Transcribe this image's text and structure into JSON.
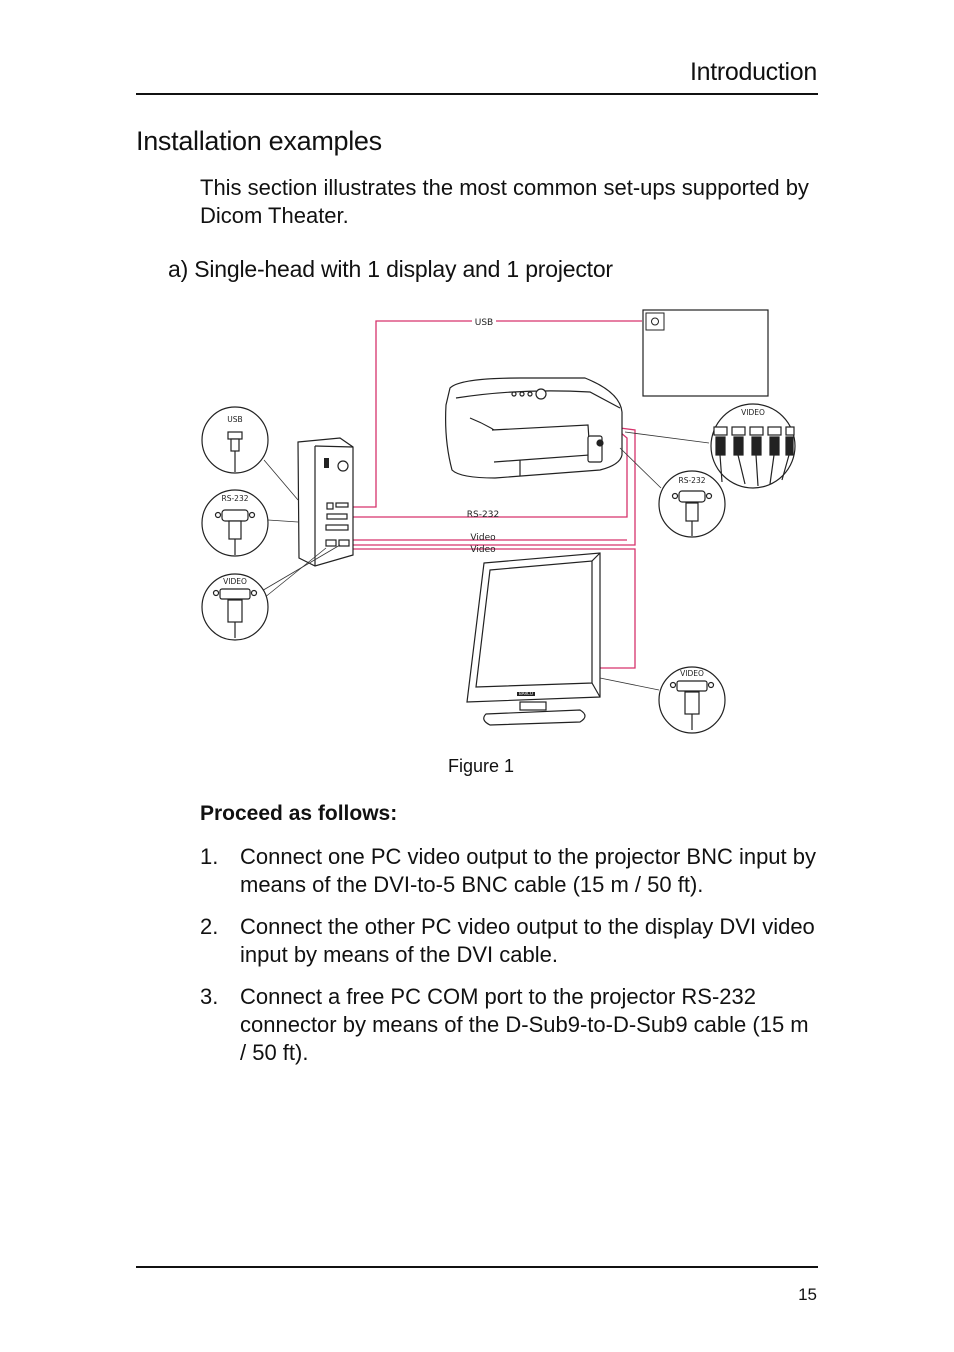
{
  "header": {
    "title": "Introduction"
  },
  "section": {
    "title": "Installation examples",
    "intro": "This section illustrates the most common set-ups supported by Dicom Theater.",
    "subtitle": "a) Single-head with 1 display and 1 projector"
  },
  "figure": {
    "caption": "Figure 1",
    "labels": {
      "usb_line": "USB",
      "rs232_line": "RS-232",
      "video_line1": "Video",
      "video_line2": "Video",
      "usb_callout": "USB",
      "rs232_callout_pc": "RS-232",
      "video_callout_pc": "VIDEO",
      "video_callout_projector": "VIDEO",
      "rs232_callout_projector": "RS-232",
      "video_callout_display": "VIDEO",
      "display_brand": "BARCO"
    }
  },
  "instructions": {
    "heading": "Proceed as follows:",
    "steps": [
      {
        "num": "1.",
        "text": "Connect one PC video output to the projector BNC input by means of the DVI-to-5 BNC cable (15 m / 50 ft)."
      },
      {
        "num": "2.",
        "text": "Connect the other PC video output to the display DVI video input by means of the DVI cable."
      },
      {
        "num": "3.",
        "text": "Connect a free PC COM port to the projector RS-232 connector by means of the D-Sub9-to-D-Sub9 cable (15 m / 50 ft)."
      }
    ]
  },
  "footer": {
    "page_number": "15"
  },
  "colors": {
    "cable": "#d6336c",
    "line": "#222222"
  }
}
